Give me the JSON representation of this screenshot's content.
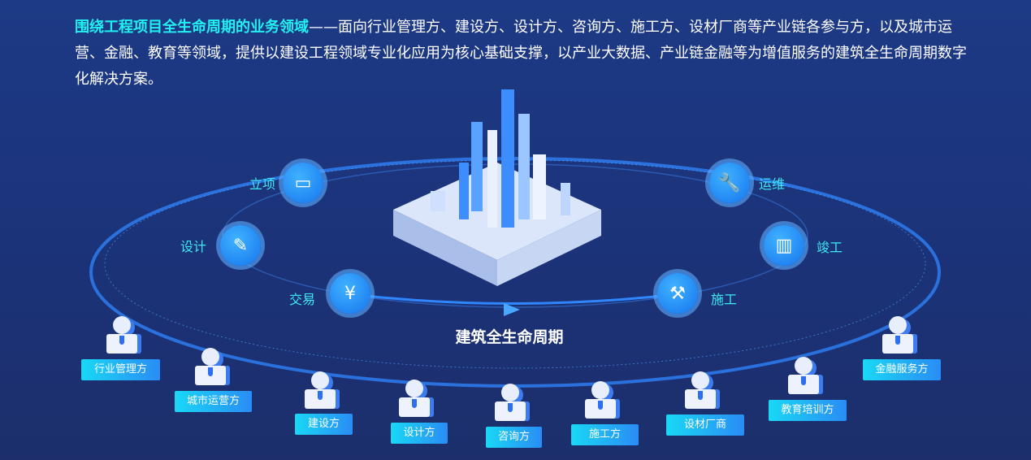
{
  "intro": {
    "highlight": "围绕工程项目全生命周期的业务领域",
    "text": "——面向行业管理方、建设方、设计方、咨询方、施工方、设材厂商等产业链各参与方，以及城市运营、金融、教育等领域，提供以建设工程领域专业化应用为核心基础支撑，以产业大数据、产业链金融等为增值服务的建筑全生命周期数字化解决方案。"
  },
  "center_title": "建筑全生命周期",
  "stages": [
    {
      "label": "立项",
      "icon": "folder-icon"
    },
    {
      "label": "设计",
      "icon": "ruler-pencil-icon"
    },
    {
      "label": "交易",
      "icon": "yuan-exchange-icon"
    },
    {
      "label": "施工",
      "icon": "crane-icon"
    },
    {
      "label": "竣工",
      "icon": "building-icon"
    },
    {
      "label": "运维",
      "icon": "wrench-icon"
    }
  ],
  "participants": [
    "行业管理方",
    "城市运营方",
    "建设方",
    "设计方",
    "咨询方",
    "施工方",
    "设材厂商",
    "教育培训方",
    "金融服务方"
  ],
  "colors": {
    "highlight": "#22f0f0",
    "accent": "#1f8bff"
  }
}
